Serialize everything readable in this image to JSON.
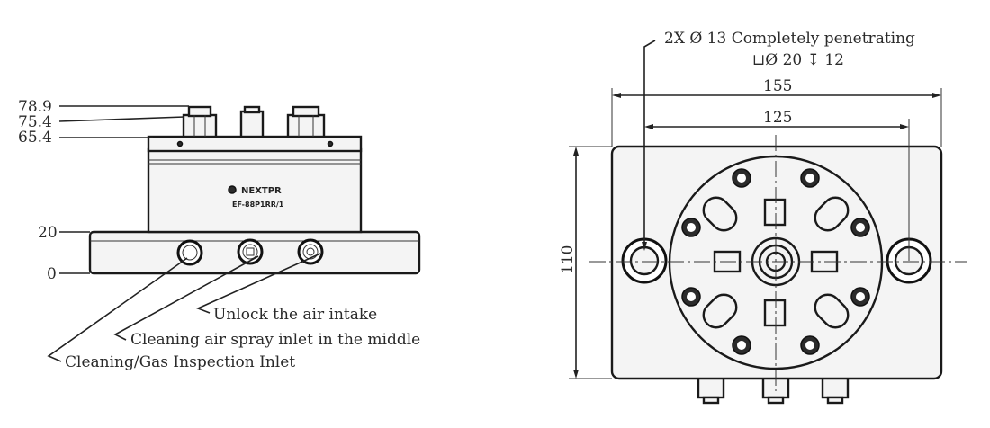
{
  "side_view": {
    "height_labels": [
      "78.9",
      "75.4",
      "65.4",
      "20",
      "0"
    ],
    "logo_text": "NEXTPR",
    "model_text": "EF-88P1RR/1",
    "callouts": {
      "unlock": "Unlock the air intake",
      "cleaning_spray": "Cleaning air spray inlet in the middle",
      "cleaning_gas": "Cleaning/Gas Inspection Inlet"
    }
  },
  "top_view": {
    "hole_note_line1": "2X Ø 13 Completely penetrating",
    "hole_note_line2": "⊔Ø 20 ↧ 12",
    "dim_outer_width": "155",
    "dim_hole_spacing": "125",
    "dim_height": "110"
  }
}
